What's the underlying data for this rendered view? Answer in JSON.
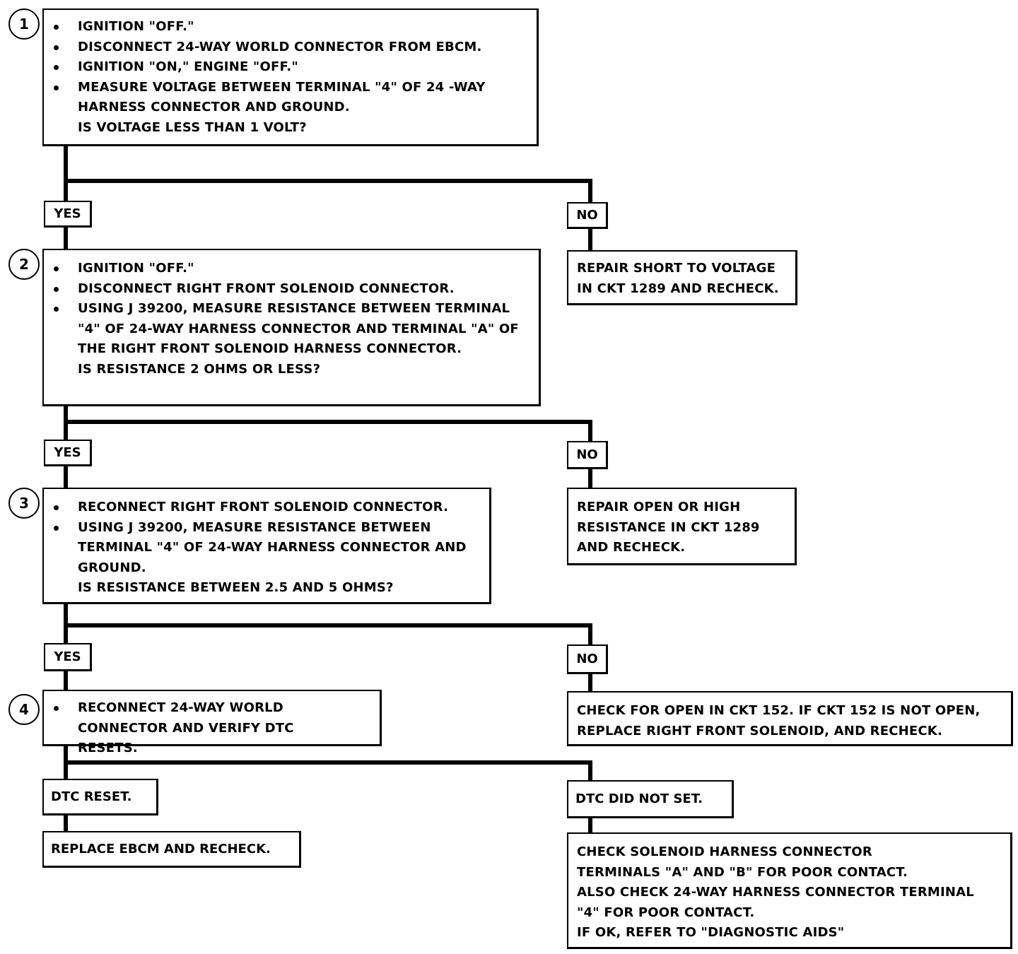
{
  "steps": [
    {
      "number": "1",
      "bullets": [
        "IGNITION \"OFF.\"",
        "DISCONNECT 24-WAY WORLD CONNECTOR FROM EBCM.",
        "IGNITION \"ON,\" ENGINE \"OFF.\"",
        "MEASURE VOLTAGE BETWEEN TERMINAL \"4\" OF 24 -WAY HARNESS CONNECTOR AND GROUND."
      ],
      "question": "IS VOLTAGE LESS THAN 1 VOLT?",
      "yes_label": "YES",
      "no_label": "NO",
      "no_action": [
        "REPAIR SHORT TO VOLTAGE",
        "IN CKT 1289 AND RECHECK."
      ]
    },
    {
      "number": "2",
      "bullets": [
        "IGNITION \"OFF.\"",
        "DISCONNECT RIGHT FRONT SOLENOID CONNECTOR.",
        "USING J 39200, MEASURE RESISTANCE BETWEEN TERMINAL \"4\" OF 24-WAY HARNESS CONNECTOR AND TERMINAL \"A\" OF THE RIGHT FRONT SOLENOID HARNESS CONNECTOR."
      ],
      "question": "IS RESISTANCE 2 OHMS OR LESS?",
      "yes_label": "YES",
      "no_label": "NO",
      "no_action": [
        "REPAIR OPEN OR HIGH",
        "RESISTANCE IN CKT 1289",
        "AND RECHECK."
      ]
    },
    {
      "number": "3",
      "bullets": [
        "RECONNECT RIGHT FRONT SOLENOID CONNECTOR.",
        "USING J 39200, MEASURE RESISTANCE BETWEEN TERMINAL \"4\" OF 24-WAY HARNESS CONNECTOR AND GROUND."
      ],
      "question": "IS RESISTANCE BETWEEN 2.5 AND 5 OHMS?",
      "yes_label": "YES",
      "no_label": "NO",
      "no_action": [
        "CHECK FOR OPEN IN CKT 152.  IF CKT 152 IS NOT OPEN,",
        "REPLACE RIGHT FRONT SOLENOID, AND RECHECK."
      ]
    },
    {
      "number": "4",
      "bullets": [
        "RECONNECT 24-WAY WORLD CONNECTOR AND VERIFY DTC RESETS."
      ],
      "left_label": "DTC RESET.",
      "left_action": "REPLACE EBCM AND RECHECK.",
      "right_label": "DTC DID NOT SET.",
      "right_action": [
        "CHECK SOLENOID  HARNESS CONNECTOR",
        "TERMINALS \"A\" AND \"B\"  FOR POOR CONTACT.",
        "ALSO CHECK 24-WAY HARNESS CONNECTOR TERMINAL",
        "\"4\" FOR POOR CONTACT.",
        "IF OK, REFER TO \"DIAGNOSTIC AIDS\""
      ]
    }
  ]
}
